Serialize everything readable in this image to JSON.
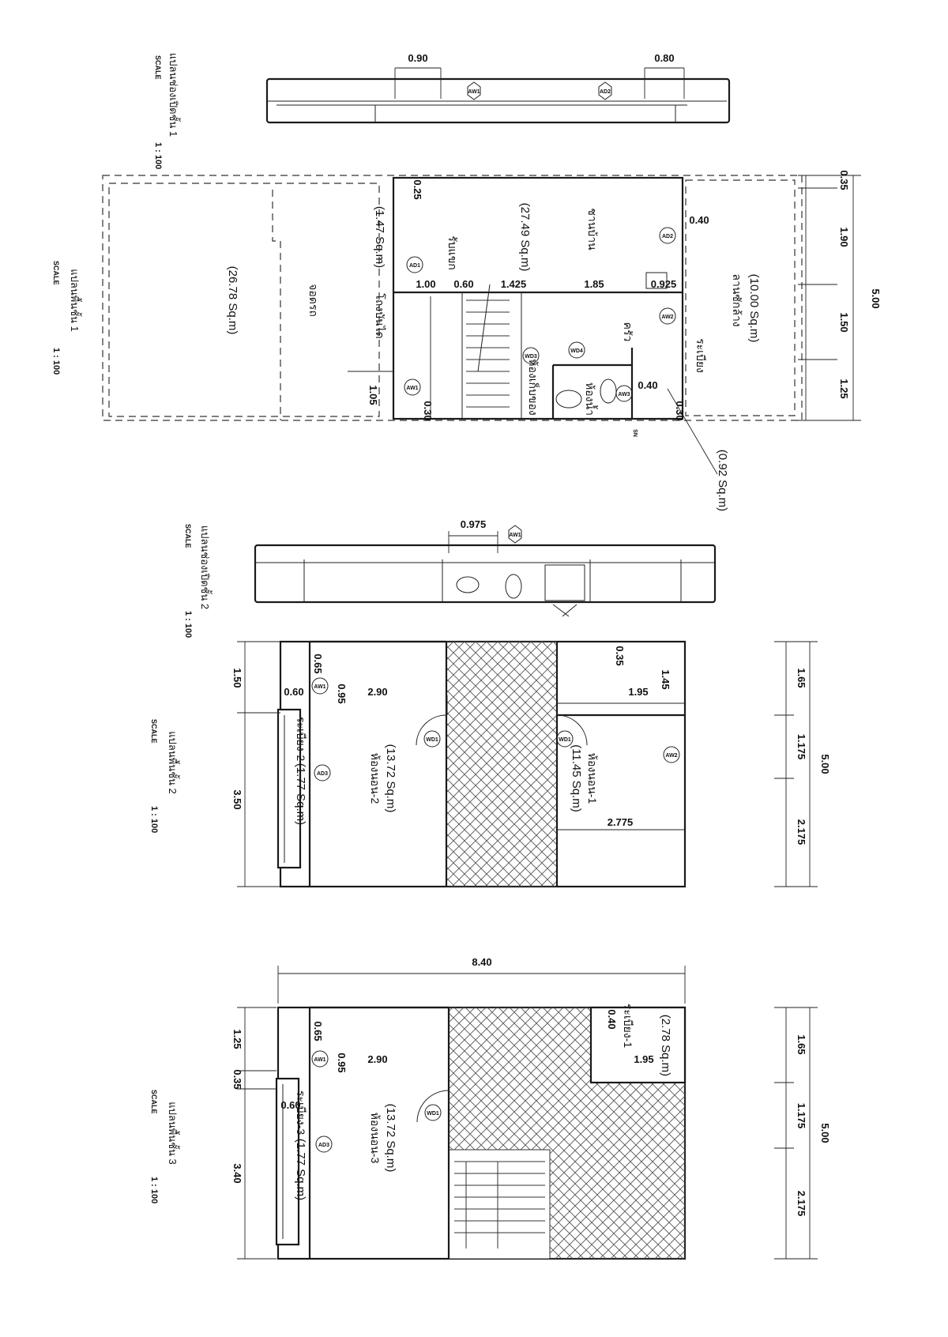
{
  "colors": {
    "ink": "#111111",
    "paper": "#ffffff",
    "hatch": "#555555"
  },
  "plans": [
    {
      "id": "floor1",
      "title": "แปลนพื้นชั้น 1",
      "scale_label": "SCALE",
      "scale": "1 : 100",
      "rooms": [
        {
          "name": "จอดรถ",
          "area": "(26.78 Sq.m)"
        },
        {
          "name": "โถงบันได",
          "area": "(1.47 Sq.m)"
        },
        {
          "name": "ชานบ้าน",
          "area": "(27.49 Sq.m)"
        },
        {
          "name": "รับแขก",
          "area": ""
        },
        {
          "name": "ห้องเก็บของ",
          "area": ""
        },
        {
          "name": "ห้องน้ำ",
          "area": ""
        },
        {
          "name": "ครัว",
          "area": ""
        },
        {
          "name": "ลานซักล้าง",
          "area": "(10.00 Sq.m)"
        },
        {
          "name": "ระเบียง",
          "area": "(0.92 Sq.m)"
        }
      ],
      "tags": [
        "AD1",
        "AD2",
        "AW1",
        "AW2",
        "AW3",
        "WD3",
        "WD4",
        "SN"
      ],
      "dims_top": [
        "1.00",
        "0.60",
        "1.425",
        "1.85",
        "0.925"
      ],
      "dims_side": [
        "0.35",
        "1.90",
        "1.50",
        "1.25"
      ],
      "dims_misc": [
        "0.25",
        "0.40",
        "0.40",
        "0.30",
        "0.30",
        "1.05"
      ],
      "total": "5.00"
    },
    {
      "id": "floor1-section",
      "title": "แปลนช่องเปิดชั้น 1",
      "scale_label": "SCALE",
      "scale": "1 : 100",
      "dims": [
        "0.90",
        "0.80"
      ],
      "tags": [
        "AW1",
        "AD2"
      ]
    },
    {
      "id": "floor2-section",
      "title": "แปลนช่องเปิดชั้น 2",
      "scale_label": "SCALE",
      "scale": "1 : 100",
      "dims": [
        "0.975"
      ],
      "tags": [
        "AW1"
      ]
    },
    {
      "id": "floor2",
      "title": "แปลนพื้นชั้น 2",
      "scale_label": "SCALE",
      "scale": "1 : 100",
      "rooms": [
        {
          "name": "ห้องนอน-2",
          "area": "(13.72 Sq.m)"
        },
        {
          "name": "ห้องนอน-1",
          "area": "(11.45 Sq.m)"
        },
        {
          "name": "ระเบียง-2",
          "area": "(1.77 Sq.m)"
        }
      ],
      "tags": [
        "AW1",
        "AD3",
        "WD1",
        "WD1",
        "AW2"
      ],
      "dims": [
        "0.65",
        "0.95",
        "0.60",
        "2.90",
        "1.95",
        "2.775",
        "0.35",
        "1.45"
      ],
      "dims_left": [
        "1.50",
        "3.50"
      ],
      "dims_right": [
        "1.65",
        "1.175",
        "2.175"
      ],
      "total": "5.00"
    },
    {
      "id": "floor3",
      "title": "แปลนพื้นชั้น 3",
      "scale_label": "SCALE",
      "scale": "1 : 100",
      "rooms": [
        {
          "name": "ห้องนอน-3",
          "area": "(13.72 Sq.m)"
        },
        {
          "name": "ระเบียง-3",
          "area": "(1.77 Sq.m)"
        },
        {
          "name": "ระเบียง-1",
          "area": "(2.78 Sq.m)"
        }
      ],
      "tags": [
        "AW1",
        "AD3",
        "WD1"
      ],
      "dims": [
        "0.65",
        "0.95",
        "2.90",
        "0.60",
        "1.95",
        "0.40"
      ],
      "dims_left": [
        "1.25",
        "0.35",
        "3.40"
      ],
      "dims_right": [
        "1.65",
        "1.175",
        "2.175"
      ],
      "width": "8.40",
      "total": "5.00"
    }
  ]
}
